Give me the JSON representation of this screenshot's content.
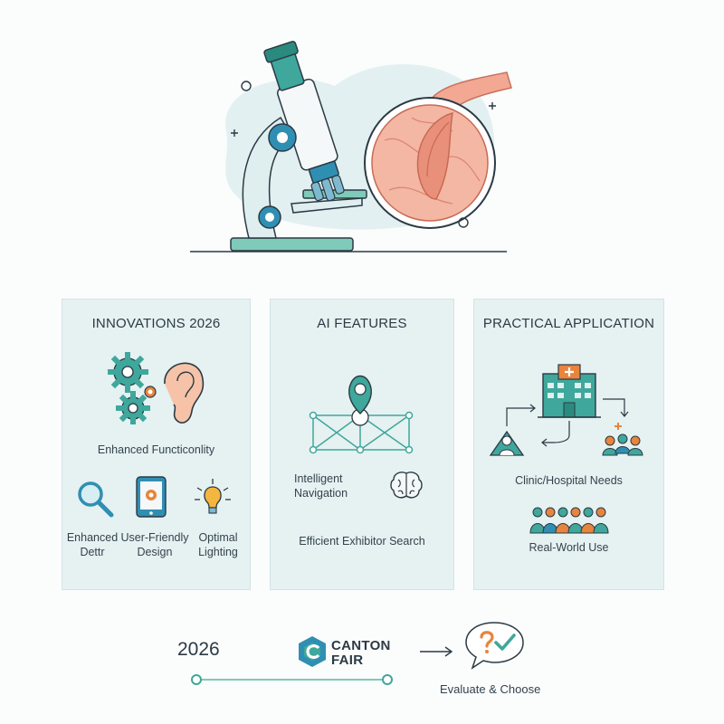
{
  "panels": [
    {
      "title": "INNOVATIONS 2026",
      "functionality_label": "Enhanced Functiconlity",
      "items": [
        {
          "label_line1": "Enhanced",
          "label_line2": "Dettr",
          "icon": "magnifier-icon"
        },
        {
          "label_line1": "User-Friendly",
          "label_line2": "Design",
          "icon": "tablet-icon"
        },
        {
          "label_line1": "Optimal",
          "label_line2": "Lighting",
          "icon": "lightbulb-icon"
        }
      ]
    },
    {
      "title": "AI FEATURES",
      "navigation_line1": "Intelligent",
      "navigation_line2": "Navigation",
      "search_label": "Efficient Exhibitor Search"
    },
    {
      "title": "PRACTICAL APPLICATION",
      "needs_label": "Clinic/Hospital Needs",
      "use_label": "Real-World Use"
    }
  ],
  "footer": {
    "year": "2026",
    "brand_line1": "CANTON",
    "brand_line2": "FAIR",
    "final_label": "Evaluate & Choose"
  },
  "colors": {
    "teal": "#3fa79b",
    "blue": "#2f8fb3",
    "panel_bg": "#e6f1f2",
    "tissue": "#e9907a",
    "accent_orange": "#e8843c"
  }
}
